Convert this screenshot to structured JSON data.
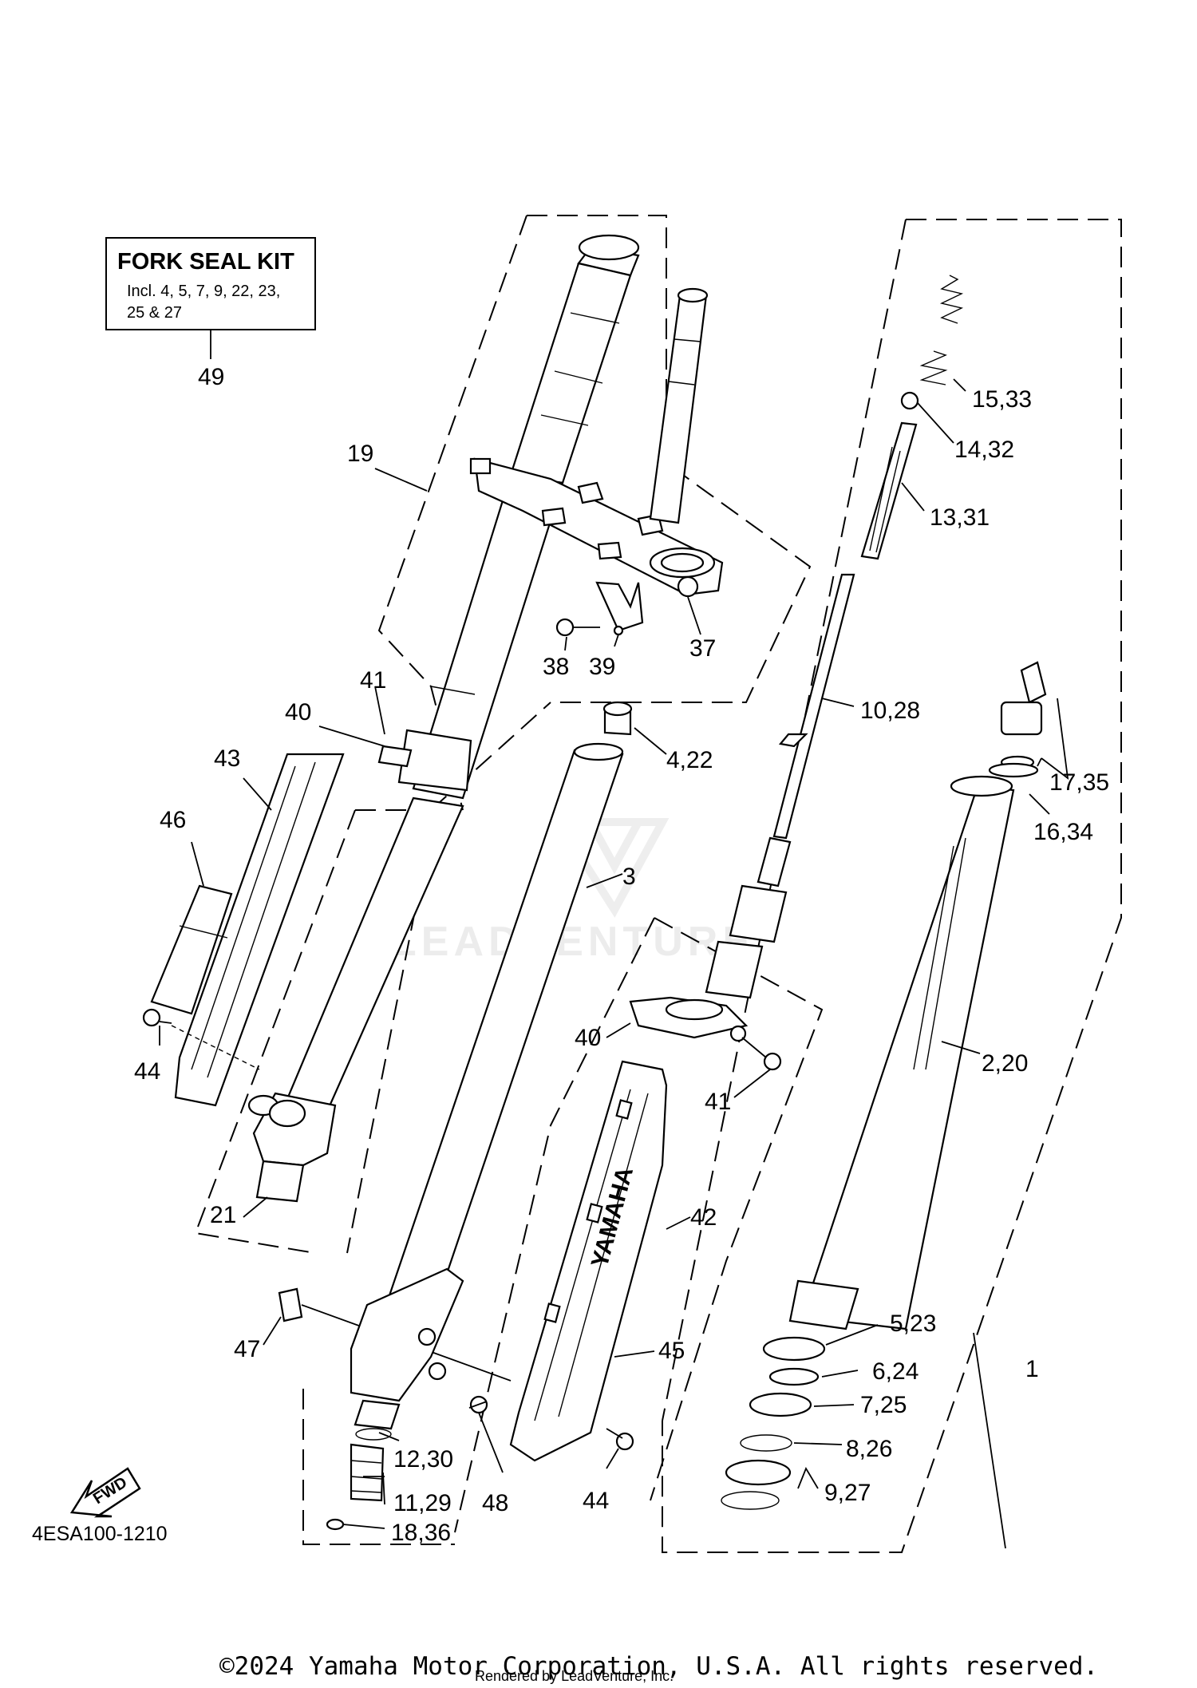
{
  "kit_box": {
    "title": "FORK SEAL KIT",
    "line1": "Incl. 4, 5, 7, 9, 22, 23,",
    "line2": "25 & 27",
    "number": "49"
  },
  "labels": [
    {
      "id": "p19",
      "text": "19"
    },
    {
      "id": "p41a",
      "text": "41"
    },
    {
      "id": "p40a",
      "text": "40"
    },
    {
      "id": "p43",
      "text": "43"
    },
    {
      "id": "p46",
      "text": "46"
    },
    {
      "id": "p44a",
      "text": "44"
    },
    {
      "id": "p21",
      "text": "21"
    },
    {
      "id": "p47",
      "text": "47"
    },
    {
      "id": "p38",
      "text": "38"
    },
    {
      "id": "p39",
      "text": "39"
    },
    {
      "id": "p37",
      "text": "37"
    },
    {
      "id": "p4_22",
      "text": "4,22"
    },
    {
      "id": "p3",
      "text": "3"
    },
    {
      "id": "p40b",
      "text": "40"
    },
    {
      "id": "p41b",
      "text": "41"
    },
    {
      "id": "p42",
      "text": "42"
    },
    {
      "id": "p45",
      "text": "45"
    },
    {
      "id": "p12_30",
      "text": "12,30"
    },
    {
      "id": "p11_29",
      "text": "11,29"
    },
    {
      "id": "p48",
      "text": "48"
    },
    {
      "id": "p44b",
      "text": "44"
    },
    {
      "id": "p18_36",
      "text": "18,36"
    },
    {
      "id": "p15_33",
      "text": "15,33"
    },
    {
      "id": "p14_32",
      "text": "14,32"
    },
    {
      "id": "p13_31",
      "text": "13,31"
    },
    {
      "id": "p10_28",
      "text": "10,28"
    },
    {
      "id": "p17_35",
      "text": "17,35"
    },
    {
      "id": "p16_34",
      "text": "16,34"
    },
    {
      "id": "p2_20",
      "text": "2,20"
    },
    {
      "id": "p5_23",
      "text": "5,23"
    },
    {
      "id": "p6_24",
      "text": "6,24"
    },
    {
      "id": "p7_25",
      "text": "7,25"
    },
    {
      "id": "p8_26",
      "text": "8,26"
    },
    {
      "id": "p9_27",
      "text": "9,27"
    },
    {
      "id": "p1",
      "text": "1"
    }
  ],
  "fwd_arrow": "FWD",
  "diagram_ref": "4ESA100-1210",
  "brand_text": "YAMAHA",
  "watermark": "LEADVENTURE",
  "copyright": "©2024 Yamaha Motor Corporation, U.S.A. All rights reserved.",
  "rendered_by": "Rendered by LeadVenture, Inc."
}
